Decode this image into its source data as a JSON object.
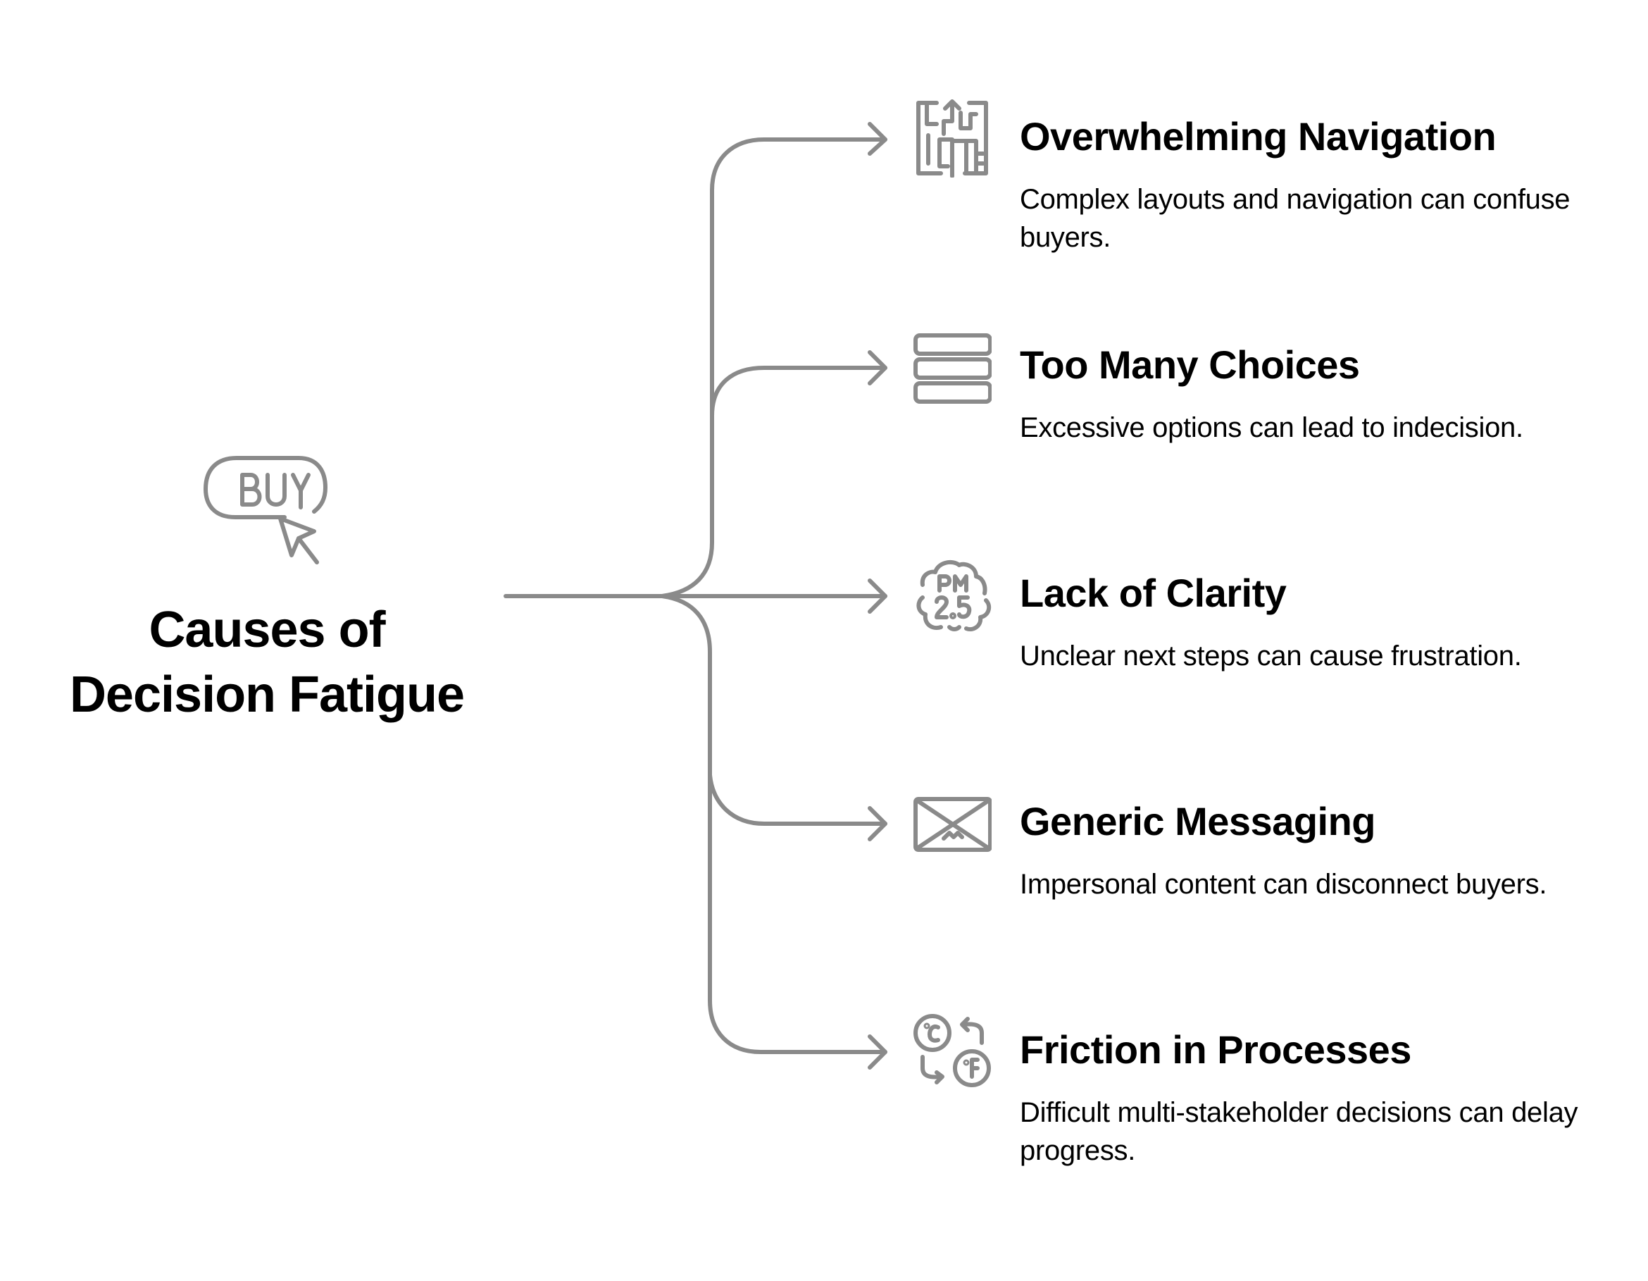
{
  "diagram": {
    "title_line1": "Causes of",
    "title_line2": "Decision Fatigue",
    "central_icon": "buy-button-cursor-icon",
    "stroke_color": "#8a8a8a",
    "text_color": "#000000",
    "background": "#ffffff",
    "causes": [
      {
        "title": "Overwhelming Navigation",
        "description": "Complex layouts and navigation can confuse buyers.",
        "icon": "maze-icon"
      },
      {
        "title": "Too Many Choices",
        "description": "Excessive options can lead to indecision.",
        "icon": "stacked-options-icon"
      },
      {
        "title": "Lack of Clarity",
        "description": "Unclear next steps can cause frustration.",
        "icon": "pm25-cloud-icon"
      },
      {
        "title": "Generic Messaging",
        "description": "Impersonal content can disconnect buyers.",
        "icon": "envelope-icon"
      },
      {
        "title": "Friction in Processes",
        "description": "Difficult multi-stakeholder decisions can delay progress.",
        "icon": "celsius-fahrenheit-convert-icon"
      }
    ]
  }
}
